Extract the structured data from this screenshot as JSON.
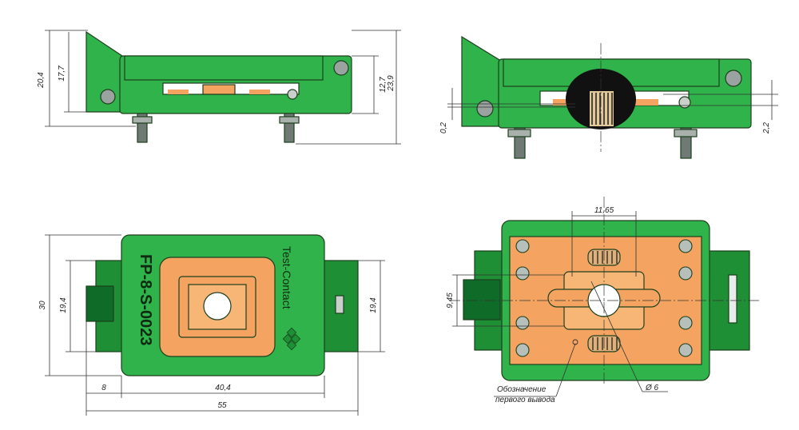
{
  "dims": {
    "d20_4": "20,4",
    "d17_7": "17,7",
    "d12_7": "12,7",
    "d23_9": "23,9",
    "d0_2": "0,2",
    "d2_2": "2,2",
    "d30": "30",
    "d19_4_left": "19,4",
    "d19_4_right": "19,4",
    "d8": "8",
    "d40_4": "40,4",
    "d55": "55",
    "d11_65": "11,65",
    "d9_45": "9,45",
    "d_phi6": "Ø 6"
  },
  "labels": {
    "part_number": "FP-8-S-0023",
    "brand": "Test-Contact",
    "note_line1": "Обозначение",
    "note_line2": "первого вывода"
  },
  "colors": {
    "body_green": "#2fb34a",
    "dark_green": "#1f8f35",
    "orange_pad": "#f4a460",
    "outline": "#1d3f1d"
  }
}
